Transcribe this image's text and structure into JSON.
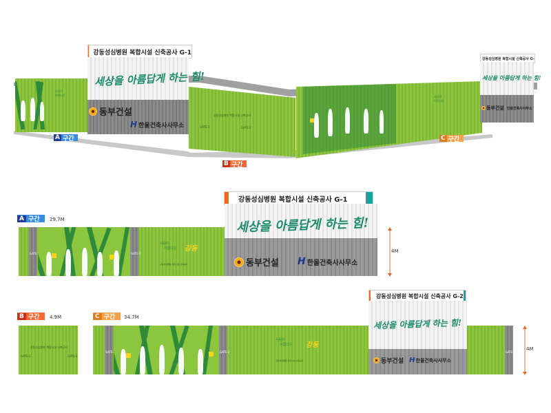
{
  "title_g1": "강동성심병원 복합시설 신축공사 G-1",
  "title_g2": "강동성심병원 복합시설 신축공사 G-2",
  "slogan": "세상을 아름답게 하는 힘!",
  "company_dongbu": "동부건설",
  "company_hanul": "한울건축사사무소",
  "section_label": "구간",
  "sections": {
    "a": {
      "letter": "A",
      "length": "29.7M",
      "color": "#1f6fd1"
    },
    "b": {
      "letter": "B",
      "length": "4.9M",
      "color": "#e8502a"
    },
    "c": {
      "letter": "C",
      "length": "34.7M",
      "color": "#f08a2a"
    }
  },
  "height_label": "4M",
  "gate1": "GATE-1",
  "gate2": "GATE-2",
  "project_small": "강동성심병원 복합시설 신축공사",
  "tagline_top": "사람이",
  "tagline_bottom": "아름다운",
  "logo_word": "강동",
  "colors": {
    "fence_green": "#8cc63f",
    "stripe_green": "#2f8a3a",
    "orange_accent": "#f26722",
    "teal_accent": "#1ba39c"
  }
}
